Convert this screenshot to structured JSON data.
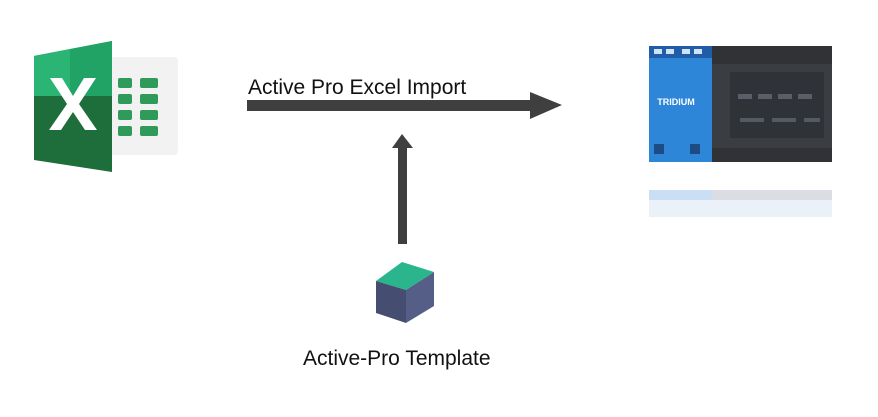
{
  "diagram": {
    "import_label": "Active Pro Excel Import",
    "template_label": "Active-Pro Template",
    "device_brand": "TRIDIUM"
  },
  "icons": {
    "source": "excel-icon",
    "template": "cube-icon",
    "target": "tridium-controller-icon"
  },
  "colors": {
    "arrow": "#3f3f3f",
    "excel_dark": "#1e6e3b",
    "excel_mid": "#21a366",
    "excel_light": "#33c481",
    "cube_top": "#2ab58c",
    "cube_side": "#454d70",
    "cube_front": "#555e87",
    "device_blue": "#2e86d9",
    "device_dark": "#3a3d42"
  }
}
